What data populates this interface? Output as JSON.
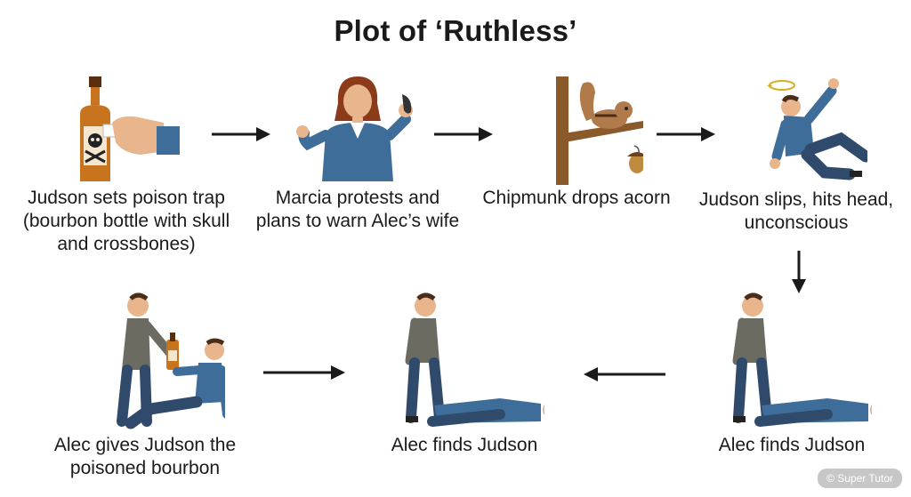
{
  "title": "Plot of ‘Ruthless’",
  "steps": [
    {
      "caption": "Judson sets poison trap (bourbon bottle with skull and crossbones)",
      "icon": "poison-bottle-icon"
    },
    {
      "caption": "Marcia protests and plans to warn Alec’s wife",
      "icon": "woman-phone-icon"
    },
    {
      "caption": "Chipmunk drops acorn",
      "icon": "chipmunk-acorn-icon"
    },
    {
      "caption": "Judson slips, hits head, unconscious",
      "icon": "man-falling-icon"
    },
    {
      "caption": "Alec finds Judson",
      "icon": "man-standing-over-body-icon"
    },
    {
      "caption": "Alec finds Judson",
      "icon": "man-standing-over-body-icon"
    },
    {
      "caption": "Alec gives Judson the poisoned bourbon",
      "icon": "man-giving-bottle-icon"
    }
  ],
  "watermark": "© Super Tutor",
  "colors": {
    "shirt_blue": "#3f6d9a",
    "shirt_gray": "#6b6b62",
    "jeans": "#2f4a6b",
    "skin": "#e8b58d",
    "bottle": "#c8741e",
    "branch": "#8b5a2b",
    "arrow": "#1a1a1a"
  }
}
